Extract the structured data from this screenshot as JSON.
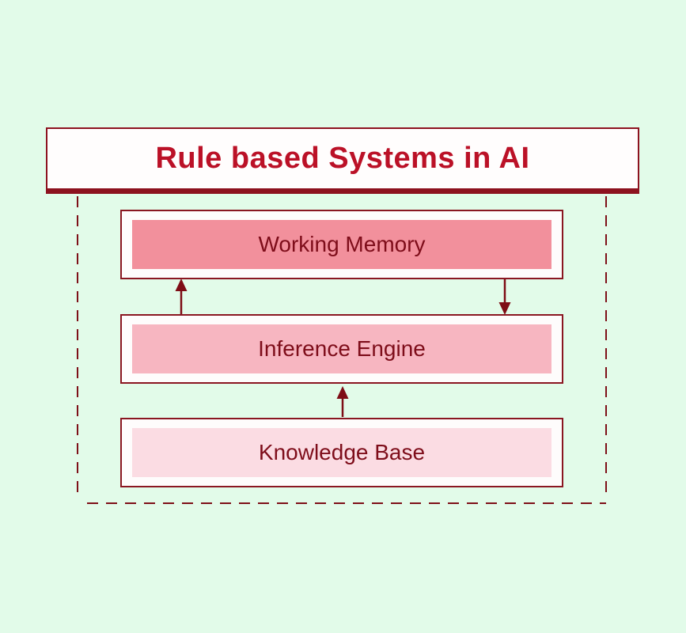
{
  "title": "Rule based Systems in AI",
  "boxes": [
    {
      "id": "working-memory",
      "label": "Working Memory",
      "fill": "#f2909c"
    },
    {
      "id": "inference-engine",
      "label": "Inference Engine",
      "fill": "#f7b6c1"
    },
    {
      "id": "knowledge-base",
      "label": "Knowledge Base",
      "fill": "#fbdce3"
    }
  ],
  "arrows": [
    {
      "from": "inference-engine",
      "to": "working-memory",
      "direction": "up"
    },
    {
      "from": "working-memory",
      "to": "inference-engine",
      "direction": "down"
    },
    {
      "from": "knowledge-base",
      "to": "inference-engine",
      "direction": "up"
    }
  ],
  "colors": {
    "background": "#e2fbe9",
    "title_text": "#bb1127",
    "title_border": "#8d121f",
    "box_border": "#8a1621",
    "box_frame": "#fefcfc",
    "label_text": "#7e0d1a",
    "arrow": "#7e0d16",
    "dashed_boundary": "#7e1018"
  }
}
